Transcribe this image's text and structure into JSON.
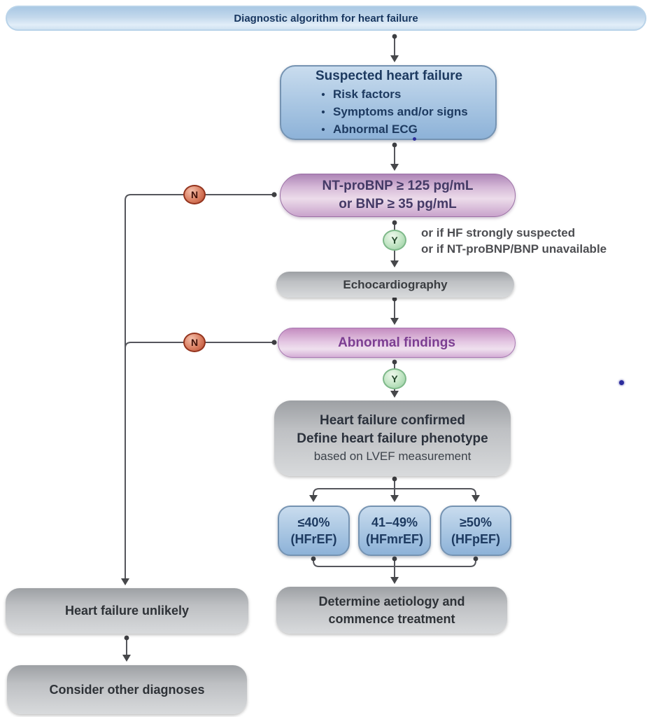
{
  "title": "Diagnostic algorithm for heart failure",
  "nodes": {
    "suspected": {
      "title": "Suspected heart failure",
      "bullets": [
        "Risk factors",
        "Symptoms and/or signs",
        "Abnormal ECG"
      ]
    },
    "bnp": {
      "line1": "NT-proBNP ≥ 125 pg/mL",
      "line2": "or BNP ≥ 35 pg/mL"
    },
    "bnp_note": {
      "line1": "or if HF strongly suspected",
      "line2": "or if NT-proBNP/BNP unavailable"
    },
    "echo": {
      "label": "Echocardiography"
    },
    "abnormal": {
      "label": "Abnormal findings"
    },
    "confirmed": {
      "line1": "Heart failure confirmed",
      "line2": "Define heart failure phenotype",
      "line3": "based on LVEF measurement"
    },
    "lvef": [
      {
        "value": "≤40%",
        "label": "(HFrEF)"
      },
      {
        "value": "41–49%",
        "label": "(HFmrEF)"
      },
      {
        "value": "≥50%",
        "label": "(HFpEF)"
      }
    ],
    "determine": {
      "line1": "Determine aetiology and",
      "line2": "commence treatment"
    },
    "unlikely": {
      "label": "Heart failure unlikely"
    },
    "consider": {
      "label": "Consider other diagnoses"
    }
  },
  "badges": {
    "no": "N",
    "yes": "Y"
  },
  "colors": {
    "blue_box_top": "#c9dcee",
    "blue_box_bottom": "#8db2d8",
    "blue_text": "#1d3a60",
    "pink_box_top": "#ad85b6",
    "pink_box_light": "#ecdcea",
    "pink_text": "#7c3e92",
    "gray_box_top": "#9da0a4",
    "gray_box_bottom": "#d8dadc",
    "gray_text": "#2e3237",
    "no_badge": "#b44a31",
    "yes_badge": "#93cc9e",
    "connector": "#55565c"
  }
}
